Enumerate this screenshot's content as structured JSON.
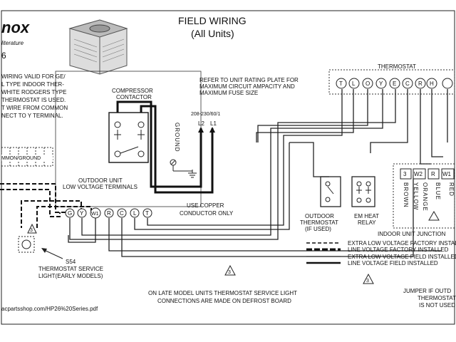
{
  "logo": {
    "brand": "nox",
    "subtitle": "literature",
    "number": "6"
  },
  "title": {
    "line1": "FIELD WIRING",
    "line2": "(All Units)"
  },
  "left_notes": [
    "WIRING VALID FOR GE/",
    "L TYPE INDOOR THER-",
    "WHITE RODGERS TYPE",
    "THERMOSTAT IS USED.",
    "T WIRE FROM COMMON",
    "NECT TO  Y TERMINAL."
  ],
  "common_ground_label": "MMON/GROUND",
  "compressor_contactor": {
    "line1": "COMPRESSOR",
    "line2": "CONTACTOR"
  },
  "ground_label": "GROUND",
  "rating_note": [
    "REFER  TO  UNIT  RATING  PLATE  FOR",
    "MAXIMUM   CIRCUIT   AMPACITY   AND",
    "MAXIMUM FUSE SIZE"
  ],
  "supply": {
    "voltage": "208-230/60/1",
    "l2": "L2",
    "l1": "L1"
  },
  "use_copper": {
    "line1": "USE COPPER",
    "line2": "CONDUCTOR ONLY"
  },
  "outdoor_unit": {
    "line1": "OUTDOOR UNIT",
    "line2": "LOW VOLTAGE TERMINALS",
    "terminals": [
      "G",
      "Y",
      "W1",
      "R",
      "C",
      "L",
      "T"
    ]
  },
  "thermostat": {
    "label": "THERMOSTAT",
    "terminals": [
      "T",
      "L",
      "O",
      "Y",
      "E",
      "C",
      "R",
      "H"
    ]
  },
  "indoor_terminals": [
    "3",
    "W2",
    "R",
    "W1"
  ],
  "wire_colors": [
    "BROWN",
    "YELLOW",
    "ORANGE",
    "BLUE",
    "RED"
  ],
  "outdoor_thermostat": {
    "line1": "OUTDOOR",
    "line2": "THERMOSTAT",
    "line3": "(IF USED)"
  },
  "em_heat_relay": {
    "line1": "EM HEAT",
    "line2": "RELAY"
  },
  "indoor_unit_junction": "INDOOR UNIT JUNCTION",
  "legend": [
    "EXTRA LOW VOLTAGE FACTORY INSTALLED",
    "LINE VOLTAGE FACTORY INSTALLED",
    "EXTRA LOW VOLTAGE FIELD INSTALLED",
    "LINE VOLTAGE FIELD INSTALLED"
  ],
  "s54": {
    "code": "S54",
    "line1": "THERMOSTAT SERVICE",
    "line2": "LIGHT(EARLY MODELS)"
  },
  "warning_symbol": "3",
  "bottom_note": [
    "ON LATE MODEL UNITS THERMOSTAT SERVICE  LIGHT",
    "CONNECTIONS ARE MADE ON DEFROST BOARD"
  ],
  "jumper_note": [
    "JUMPER IF OUTD",
    "THERMOSTAT",
    "IS NOT USED"
  ],
  "source_url": "acpartsshop.com/HP26%20Series.pdf"
}
